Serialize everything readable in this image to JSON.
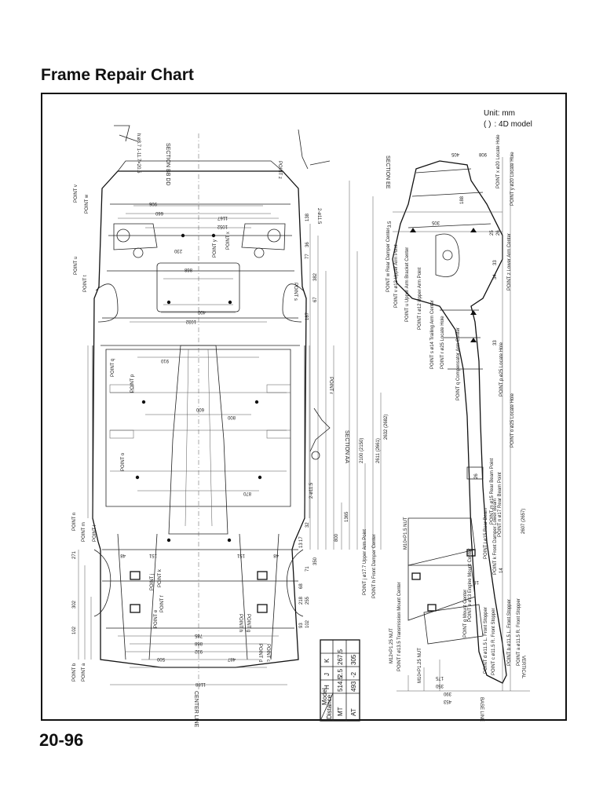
{
  "header": {
    "title": "Frame Repair Chart"
  },
  "legend": {
    "unit": "Unit: mm",
    "paren": "(   )",
    "paren_desc": ": 4D model"
  },
  "footer": {
    "page_number": "20-96"
  },
  "diagram": {
    "section_labels": [
      "SECTION BB DD",
      "SECTION EE",
      "SECTION AA"
    ],
    "center_line": "CENTER LINE",
    "base_line": "BASE LINE",
    "vertical": "VERTICAL",
    "points_plan": [
      "POINT v",
      "POINT w",
      "POINT u",
      "POINT t",
      "POINT s",
      "POINT q",
      "POINT p",
      "POINT o",
      "POINT n",
      "POINT m",
      "POINT l",
      "POINT k",
      "POINT j",
      "POINT h",
      "POINT g",
      "POINT f",
      "POINT e",
      "POINT d",
      "POINT c",
      "POINT b",
      "POINT a",
      "POINT r",
      "POINT x",
      "POINT y",
      "POINT z"
    ],
    "points_side": [
      "POINT x  ø20 Locate Hole",
      "POINT y  ø20 Locate Hole",
      "POINT z  Lower Arm Center",
      "POINT w  Rear Damper Center",
      "POINT v  ø12 Upper Arm Point",
      "POINT u  Upper Arm Bracket Center",
      "POINT t  ø12 Upper Arm Point",
      "POINT s  ø14 Trailing Arm Center",
      "POINT r  ø25 Locate Hole",
      "POINT q  Compensator Arm Center",
      "POINT p  ø25 Locate Hole",
      "POINT o  ø25 Locate Hole",
      "POINT m  ø15 Rear Beam Point",
      "POINT n  ø17 Rear Beam Point",
      "POINT l  ø15 Rear Beam",
      "POINT k  Front Damper Lower Beam",
      "POINT j  ø17.7 Upper Arm Point",
      "POINT h  Front Damper Center",
      "POINT g  Mount Center",
      "POINT f  ø13.5 Transmission Mount Center",
      "POINT e  ø13 Engine Mount Center",
      "POINT d  ø11.5 L. Front Stopper",
      "POINT c  ø11.5 R. Front Stopper",
      "POINT b  ø11.5 L. Front Stopper",
      "POINT a  ø11.5 R. Front Stopper"
    ],
    "bolts": [
      "M12×P1.25 NUT",
      "M10×P1.25 NUT",
      "M10×P1.5 NUT"
    ],
    "dims_plan": [
      "906",
      "660",
      "1167",
      "1052",
      "230",
      "868",
      "400",
      "1032",
      "910",
      "138",
      "36",
      "77",
      "382",
      "67",
      "187",
      "800",
      "870",
      "600",
      "2100 (2150)",
      "2611 (2661)",
      "2632 (2682)",
      "1365",
      "800",
      "32",
      "350",
      "71",
      "13",
      "218",
      "255",
      "102",
      "93",
      "302",
      "102",
      "785",
      "868",
      "932",
      "500",
      "487",
      "1188",
      "17",
      "68",
      "48",
      "151",
      "151",
      "48",
      "271",
      "2-ø11.5",
      "2-ø11.5",
      "h:ø8.7  1-11.7×20.5"
    ],
    "dims_side": [
      "405",
      "908",
      "188",
      "25",
      "26",
      "305",
      "33",
      "34",
      "33",
      "26",
      "14",
      "18",
      "175",
      "350",
      "390",
      "453",
      "3.5",
      "2607 (2657)"
    ],
    "spec_table": {
      "corner_top": "Model",
      "corner_bottom": "Distance",
      "col_headers": [
        "MT",
        "AT"
      ],
      "rows": [
        {
          "label": "H",
          "values": [
            "514.5",
            "493"
          ]
        },
        {
          "label": "J",
          "values": [
            "2.5",
            "-2"
          ]
        },
        {
          "label": "K",
          "values": [
            "267.5",
            "305"
          ]
        }
      ]
    }
  }
}
